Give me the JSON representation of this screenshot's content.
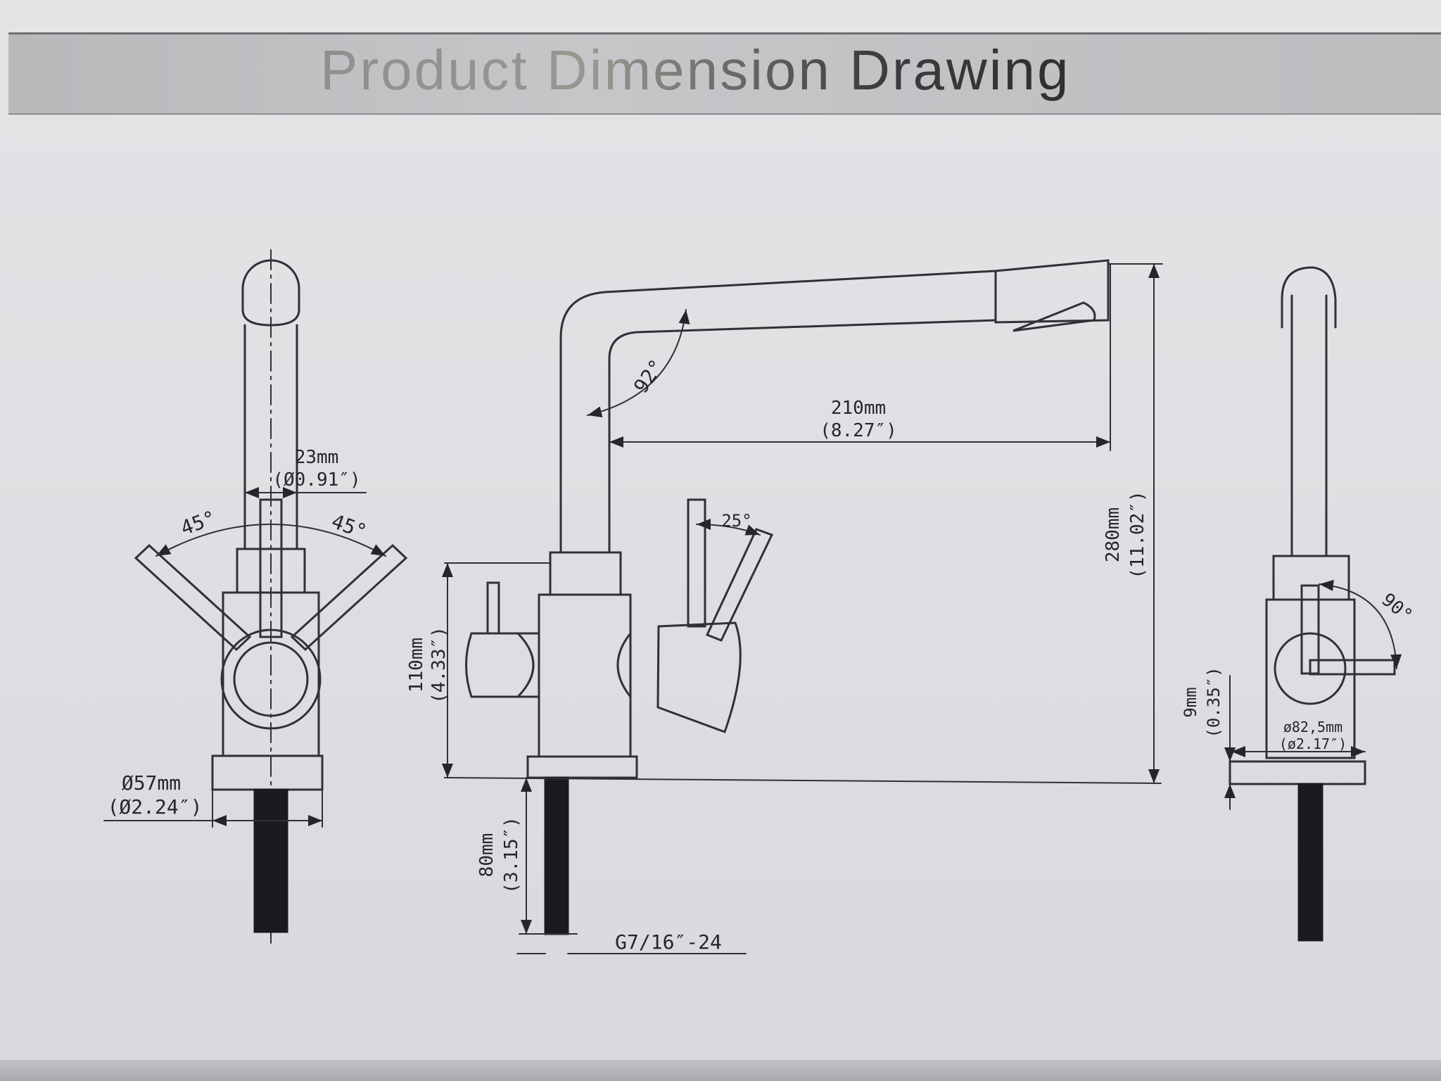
{
  "title": "Product Dimension Drawing",
  "front_view": {
    "diameter_23_mm": "23mm",
    "diameter_23_in": "(Ø0.91″)",
    "angle_left": "45°",
    "angle_right": "45°",
    "base_dia_mm": "Ø57mm",
    "base_dia_in": "(Ø2.24″)"
  },
  "side_view": {
    "spout_angle": "92°",
    "reach_mm": "210mm",
    "reach_in": "(8.27″)",
    "handle_angle": "25°",
    "total_height_mm": "280mm",
    "total_height_in": "(11.02″)",
    "body_height_mm": "110mm",
    "body_height_in": "(4.33″)",
    "shank_length_mm": "80mm",
    "shank_length_in": "(3.15″)",
    "thread": "G7/16″-24"
  },
  "right_view": {
    "rotation_angle": "90°",
    "plate_thickness_mm": "9mm",
    "plate_thickness_in": "(0.35″)",
    "plate_dia_mm": "ø82,5mm",
    "plate_dia_in": "(ø2.17″)"
  }
}
